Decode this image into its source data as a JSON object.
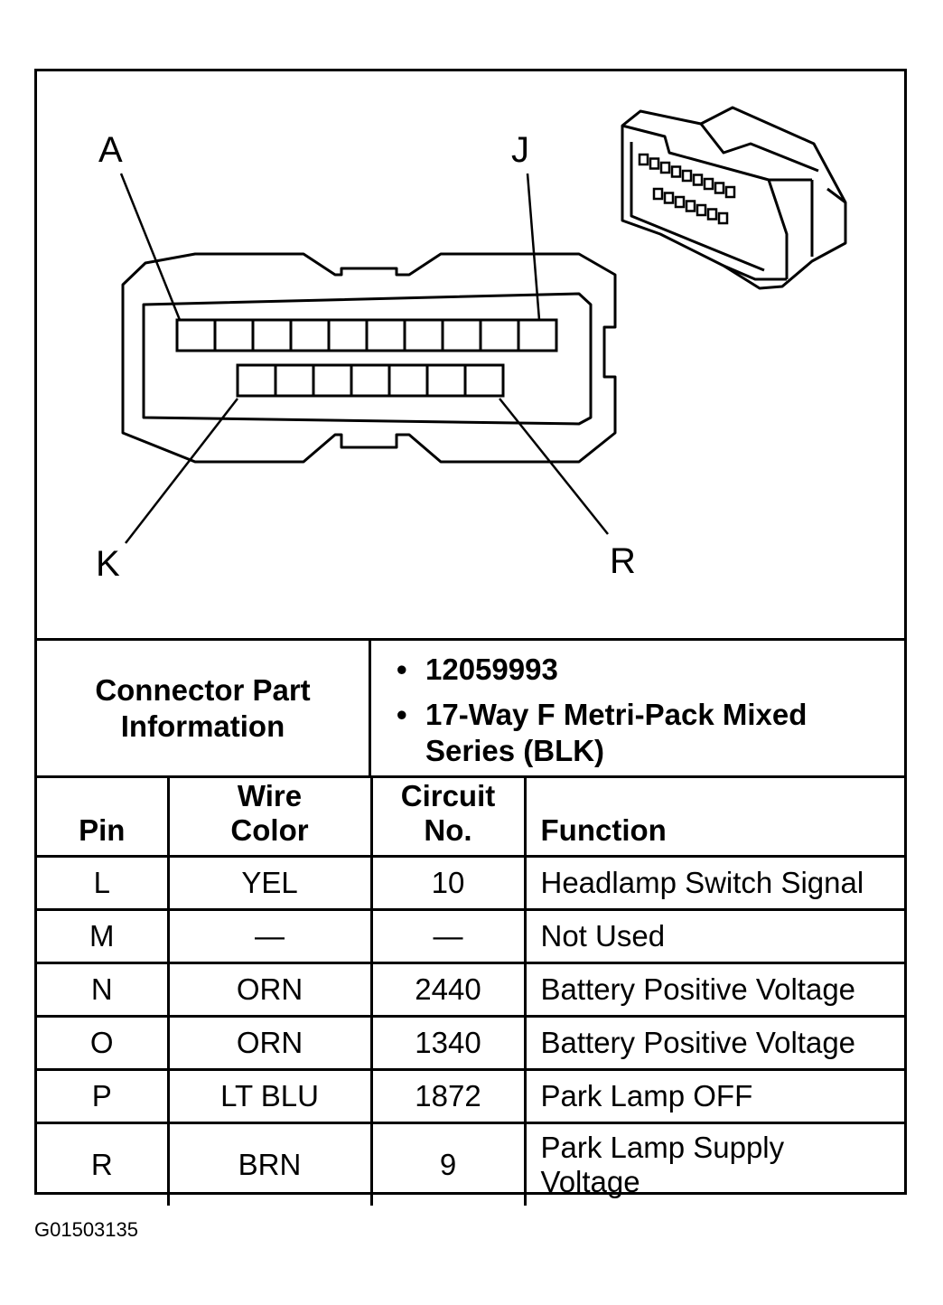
{
  "diagram": {
    "labels": {
      "top_left": "A",
      "top_right": "J",
      "bottom_left": "K",
      "bottom_right": "R"
    },
    "top_row_cavities": 10,
    "bottom_row_cavities": 7
  },
  "connector_info": {
    "label": "Connector Part Information",
    "items": [
      "12059993",
      "17-Way F Metri-Pack Mixed Series (BLK)"
    ]
  },
  "table": {
    "headers": {
      "pin": "Pin",
      "wire_color": "Wire Color",
      "circuit_no": "Circuit No.",
      "function": "Function"
    },
    "rows": [
      {
        "pin": "L",
        "wire_color": "YEL",
        "circuit": "10",
        "function": "Headlamp Switch Signal"
      },
      {
        "pin": "M",
        "wire_color": "—",
        "circuit": "—",
        "function": "Not Used"
      },
      {
        "pin": "N",
        "wire_color": "ORN",
        "circuit": "2440",
        "function": "Battery Positive Voltage"
      },
      {
        "pin": "O",
        "wire_color": "ORN",
        "circuit": "1340",
        "function": "Battery Positive Voltage"
      },
      {
        "pin": "P",
        "wire_color": "LT BLU",
        "circuit": "1872",
        "function": "Park Lamp OFF"
      },
      {
        "pin": "R",
        "wire_color": "BRN",
        "circuit": "9",
        "function": "Park Lamp Supply Voltage"
      }
    ]
  },
  "figure_id": "G01503135"
}
